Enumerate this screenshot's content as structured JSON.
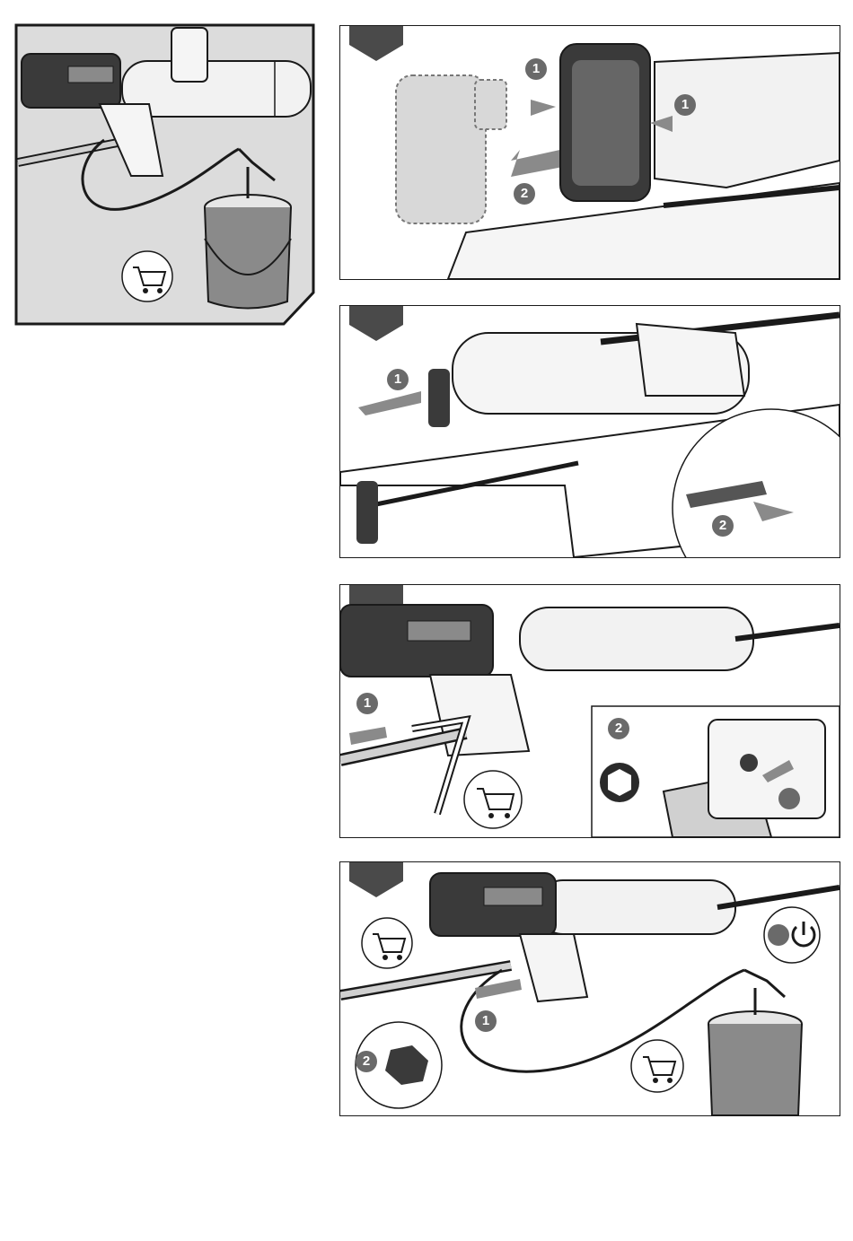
{
  "overview": {
    "icons": [
      "shopping-cart-icon"
    ]
  },
  "steps": [
    {
      "markers": [
        "1",
        "1",
        "2"
      ]
    },
    {
      "markers": [
        "1",
        "2"
      ]
    },
    {
      "markers": [
        "1",
        "2"
      ],
      "icons": [
        "hex-nut-icon",
        "shopping-cart-icon"
      ]
    },
    {
      "markers": [
        "1",
        "2"
      ],
      "icons": [
        "shopping-cart-icon",
        "hex-nut-icon",
        "shopping-cart-icon",
        "power-icon"
      ]
    }
  ],
  "colors": {
    "line": "#1a1a1a",
    "dark_fill": "#5a5a5a",
    "mid_fill": "#8a8a8a",
    "light_fill": "#e6e6e6",
    "frame_bg": "#dcdcdc"
  }
}
